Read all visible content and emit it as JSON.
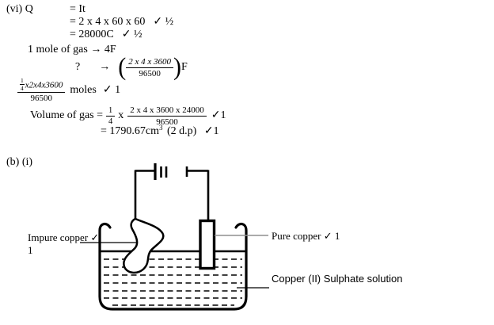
{
  "document": {
    "section_vi": {
      "item_label": "(vi) Q",
      "eq1": "= It",
      "eq2": "= 2 x 4 x 60 x 60",
      "eq2_mark": "✓ ½",
      "eq3": "= 28000C",
      "eq3_mark": "✓ ½",
      "mole_statement": "1 mole of gas → 4F",
      "question": "?",
      "arrow": "→",
      "paren_open": "(",
      "paren_close": ")",
      "faraday_frac": {
        "num": "2 x 4 x 3600",
        "den": "96500",
        "suffix": "F"
      },
      "moles_frac": {
        "quarter": {
          "num": "1",
          "den": "4"
        },
        "num_rest": "x2x4x3600",
        "den": "96500",
        "unit": "moles",
        "mark": "✓ 1"
      },
      "volume": {
        "lead": "Volume of gas =",
        "quarter": {
          "num": "1",
          "den": "4"
        },
        "times": "x",
        "frac": {
          "num": "2 x 4 x 3600 x 24000",
          "den": "96500"
        },
        "mark": "✓1"
      },
      "result": {
        "value": "= 1790.67cm",
        "sup": "3",
        "precision": "(2 d.p)",
        "mark": "✓1"
      }
    },
    "section_b": {
      "label": "(b) (i)"
    },
    "diagram": {
      "impure_label": "Impure copper ✓",
      "impure_label2": "1",
      "pure_label": "Pure copper ✓ 1",
      "solution_label": "Copper (II) Sulphate solution",
      "ink_color": "#000000",
      "gray_leader_color": "#8f8f8f"
    }
  }
}
